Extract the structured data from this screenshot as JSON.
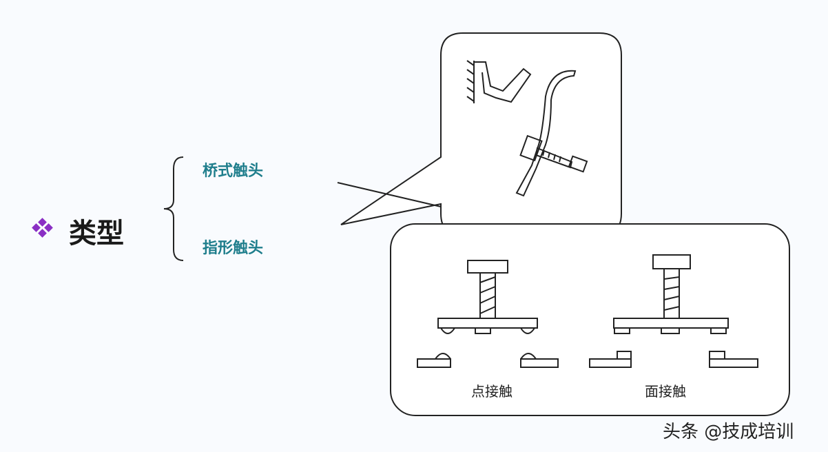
{
  "title": "类型",
  "bullet_icon": "four-diamond-bullet",
  "bullet_color": "#8a2fc4",
  "branches": [
    "桥式触头",
    "指形触头"
  ],
  "branch_color": "#1f7e8c",
  "bridge_panel": {
    "labels": [
      "点接触",
      "面接触"
    ]
  },
  "watermark": "头条 @技成培训"
}
